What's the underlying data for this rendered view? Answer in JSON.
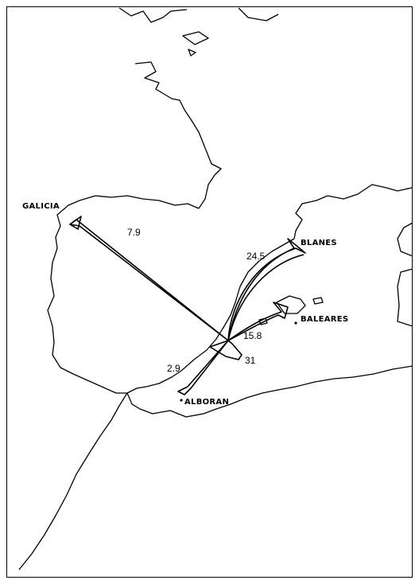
{
  "map": {
    "labels": {
      "galicia": "GALICIA",
      "blanes": "BLANES",
      "baleares": "BALEARES",
      "alboran": "ALBORAN"
    },
    "flows": {
      "galicia": "7.9",
      "blanes": "24.5",
      "baleares": "15.8",
      "local": "31",
      "alboran": "2.9"
    }
  }
}
